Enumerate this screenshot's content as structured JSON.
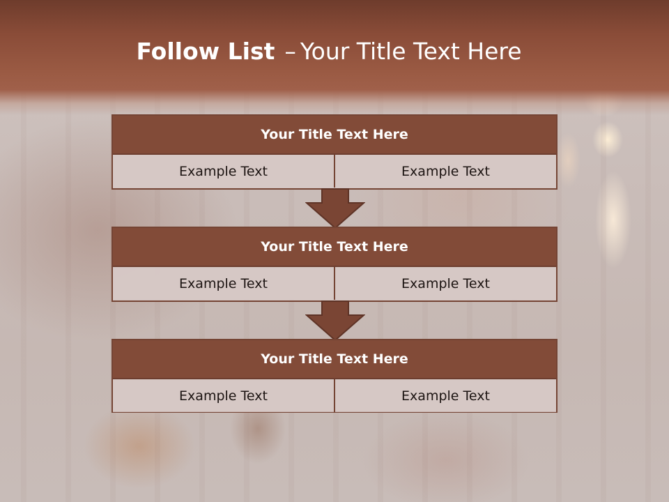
{
  "slide": {
    "title_bold": "Follow List",
    "title_sep": "–",
    "title_rest": "Your Title Text Here"
  },
  "steps": [
    {
      "title": "Your Title Text Here",
      "left": "Example Text",
      "right": "Example Text"
    },
    {
      "title": "Your Title Text Here",
      "left": "Example Text",
      "right": "Example Text"
    },
    {
      "title": "Your Title Text Here",
      "left": "Example Text",
      "right": "Example Text"
    }
  ],
  "colors": {
    "header": "#824b38",
    "border": "#744434",
    "arrow": "#7a4534",
    "cell": "#d6c8c5",
    "title_band": "#9a5a43"
  }
}
